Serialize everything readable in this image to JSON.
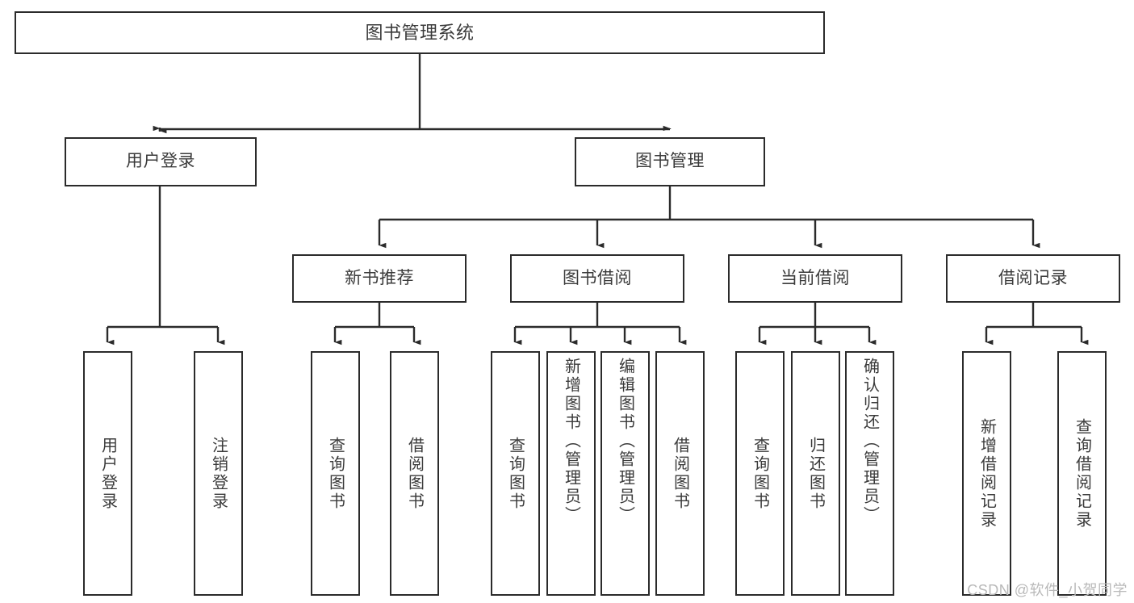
{
  "diagram": {
    "title": "图书管理系统",
    "type": "tree-hierarchy-chart",
    "stroke_color": "#2b2b2b",
    "text_color": "#3b3b3b",
    "background_color": "#ffffff"
  },
  "watermark": {
    "text": "CSDN @软件_小贺同学"
  },
  "nodes": {
    "root": {
      "label": "图书管理系统"
    },
    "level2": [
      {
        "label": "用户登录"
      },
      {
        "label": "图书管理"
      }
    ],
    "level3": [
      {
        "label": "新书推荐"
      },
      {
        "label": "图书借阅"
      },
      {
        "label": "当前借阅"
      },
      {
        "label": "借阅记录"
      }
    ],
    "leaves": {
      "user_login": [
        {
          "label": "用户登录"
        },
        {
          "label": "注销登录"
        }
      ],
      "new_book_recommend": [
        {
          "label": "查询图书"
        },
        {
          "label": "借阅图书"
        }
      ],
      "book_borrow": [
        {
          "label": "查询图书"
        },
        {
          "label": "新增图书（管理员）"
        },
        {
          "label": "编辑图书（管理员）"
        },
        {
          "label": "借阅图书"
        }
      ],
      "current_borrow": [
        {
          "label": "查询图书"
        },
        {
          "label": "归还图书"
        },
        {
          "label": "确认归还（管理员）"
        }
      ],
      "borrow_record": [
        {
          "label": "新增借阅记录"
        },
        {
          "label": "查询借阅记录"
        }
      ]
    }
  },
  "chart_data": {
    "type": "table",
    "title": "图书管理系统 功能结构图",
    "hierarchy": [
      {
        "label": "图书管理系统",
        "children": [
          {
            "label": "用户登录",
            "children": [
              {
                "label": "用户登录"
              },
              {
                "label": "注销登录"
              }
            ]
          },
          {
            "label": "图书管理",
            "children": [
              {
                "label": "新书推荐",
                "children": [
                  {
                    "label": "查询图书"
                  },
                  {
                    "label": "借阅图书"
                  }
                ]
              },
              {
                "label": "图书借阅",
                "children": [
                  {
                    "label": "查询图书"
                  },
                  {
                    "label": "新增图书（管理员）"
                  },
                  {
                    "label": "编辑图书（管理员）"
                  },
                  {
                    "label": "借阅图书"
                  }
                ]
              },
              {
                "label": "当前借阅",
                "children": [
                  {
                    "label": "查询图书"
                  },
                  {
                    "label": "归还图书"
                  },
                  {
                    "label": "确认归还（管理员）"
                  }
                ]
              },
              {
                "label": "借阅记录",
                "children": [
                  {
                    "label": "新增借阅记录"
                  },
                  {
                    "label": "查询借阅记录"
                  }
                ]
              }
            ]
          }
        ]
      }
    ]
  }
}
